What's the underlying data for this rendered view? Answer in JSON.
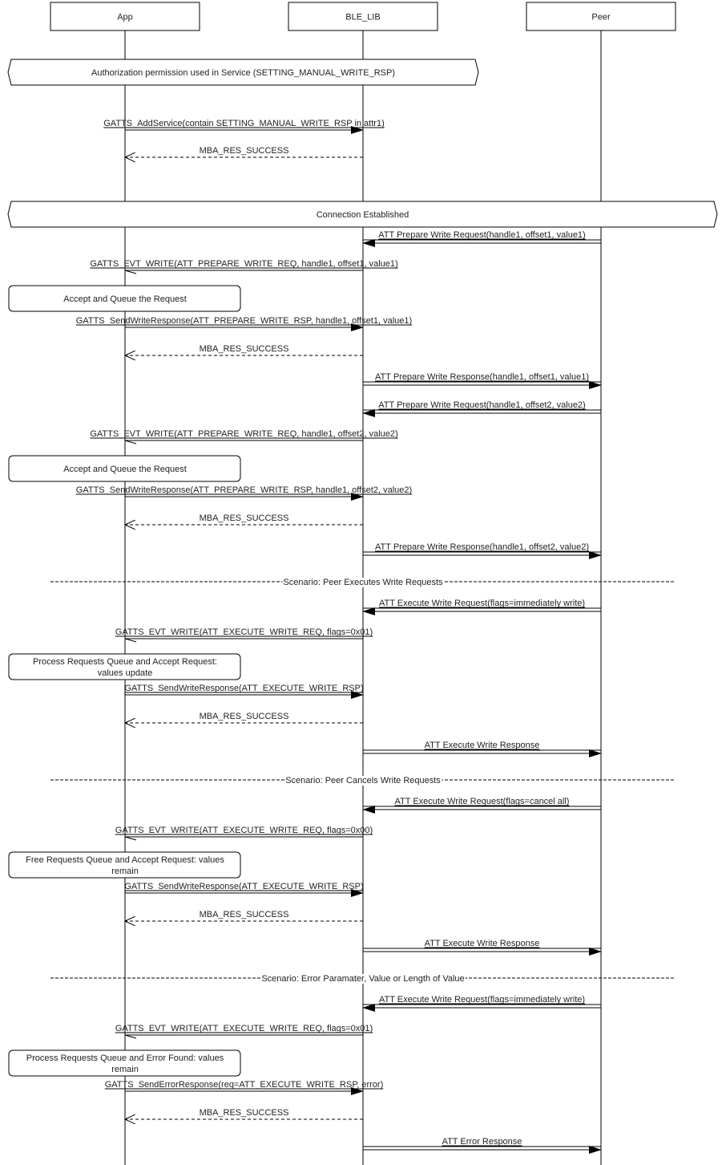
{
  "participants": [
    "App",
    "BLE_LIB",
    "Peer"
  ],
  "events": [
    {
      "kind": "banner",
      "text": "Authorization permission used in Service (SETTING_MANUAL_WRITE_RSP)"
    },
    {
      "kind": "msg",
      "from": "App",
      "to": "BLE_LIB",
      "style": "call",
      "text": "GATTS_AddService(contain SETTING_MANUAL_WRITE_RSP in attr1)"
    },
    {
      "kind": "msg",
      "from": "BLE_LIB",
      "to": "App",
      "style": "return",
      "text": "MBA_RES_SUCCESS"
    },
    {
      "kind": "banner",
      "text": "Connection Established"
    },
    {
      "kind": "msg",
      "from": "Peer",
      "to": "BLE_LIB",
      "style": "air",
      "text": "ATT Prepare Write Request(handle1, offset1, value1)"
    },
    {
      "kind": "msg",
      "from": "BLE_LIB",
      "to": "App",
      "style": "event",
      "text": "GATTS_EVT_WRITE(ATT_PREPARE_WRITE_REQ, handle1, offset1, value1)"
    },
    {
      "kind": "note",
      "text": "Accept and Queue the Request"
    },
    {
      "kind": "msg",
      "from": "App",
      "to": "BLE_LIB",
      "style": "call",
      "text": "GATTS_SendWriteResponse(ATT_PREPARE_WRITE_RSP, handle1, offset1, value1)"
    },
    {
      "kind": "msg",
      "from": "BLE_LIB",
      "to": "App",
      "style": "return",
      "text": "MBA_RES_SUCCESS"
    },
    {
      "kind": "msg",
      "from": "BLE_LIB",
      "to": "Peer",
      "style": "air",
      "text": "ATT Prepare Write Response(handle1, offset1, value1)"
    },
    {
      "kind": "msg",
      "from": "Peer",
      "to": "BLE_LIB",
      "style": "air",
      "text": "ATT Prepare Write Request(handle1, offset2, value2)"
    },
    {
      "kind": "msg",
      "from": "BLE_LIB",
      "to": "App",
      "style": "event",
      "text": "GATTS_EVT_WRITE(ATT_PREPARE_WRITE_REQ, handle1, offset2, value2)"
    },
    {
      "kind": "note",
      "text": "Accept and Queue the Request"
    },
    {
      "kind": "msg",
      "from": "App",
      "to": "BLE_LIB",
      "style": "call",
      "text": "GATTS_SendWriteResponse(ATT_PREPARE_WRITE_RSP, handle1, offset2, value2)"
    },
    {
      "kind": "msg",
      "from": "BLE_LIB",
      "to": "App",
      "style": "return",
      "text": "MBA_RES_SUCCESS"
    },
    {
      "kind": "msg",
      "from": "BLE_LIB",
      "to": "Peer",
      "style": "air",
      "text": "ATT Prepare Write Response(handle1, offset2, value2)"
    },
    {
      "kind": "divider",
      "text": "Scenario: Peer Executes Write Requests"
    },
    {
      "kind": "msg",
      "from": "Peer",
      "to": "BLE_LIB",
      "style": "air",
      "text": "ATT Execute Write Request(flags=immediately write)"
    },
    {
      "kind": "msg",
      "from": "BLE_LIB",
      "to": "App",
      "style": "event",
      "text": "GATTS_EVT_WRITE(ATT_EXECUTE_WRITE_REQ, flags=0x01)"
    },
    {
      "kind": "note",
      "lines": [
        "Process Requests Queue and Accept Request:",
        "values update"
      ]
    },
    {
      "kind": "msg",
      "from": "App",
      "to": "BLE_LIB",
      "style": "call",
      "text": "GATTS_SendWriteResponse(ATT_EXECUTE_WRITE_RSP)"
    },
    {
      "kind": "msg",
      "from": "BLE_LIB",
      "to": "App",
      "style": "return",
      "text": "MBA_RES_SUCCESS"
    },
    {
      "kind": "msg",
      "from": "BLE_LIB",
      "to": "Peer",
      "style": "air",
      "text": "ATT Execute Write Response"
    },
    {
      "kind": "divider",
      "text": "Scenario: Peer Cancels Write Requests"
    },
    {
      "kind": "msg",
      "from": "Peer",
      "to": "BLE_LIB",
      "style": "air",
      "text": "ATT Execute Write Request(flags=cancel all)"
    },
    {
      "kind": "msg",
      "from": "BLE_LIB",
      "to": "App",
      "style": "event",
      "text": "GATTS_EVT_WRITE(ATT_EXECUTE_WRITE_REQ, flags=0x00)"
    },
    {
      "kind": "note",
      "lines": [
        "Free Requests Queue and Accept Request: values",
        "remain"
      ]
    },
    {
      "kind": "msg",
      "from": "App",
      "to": "BLE_LIB",
      "style": "call",
      "text": "GATTS_SendWriteResponse(ATT_EXECUTE_WRITE_RSP)"
    },
    {
      "kind": "msg",
      "from": "BLE_LIB",
      "to": "App",
      "style": "return",
      "text": "MBA_RES_SUCCESS"
    },
    {
      "kind": "msg",
      "from": "BLE_LIB",
      "to": "Peer",
      "style": "air",
      "text": "ATT Execute Write Response"
    },
    {
      "kind": "divider",
      "text": "Scenario: Error Paramater, Value or Length of Value"
    },
    {
      "kind": "msg",
      "from": "Peer",
      "to": "BLE_LIB",
      "style": "air",
      "text": "ATT Execute Write Request(flags=immediately write)"
    },
    {
      "kind": "msg",
      "from": "BLE_LIB",
      "to": "App",
      "style": "event",
      "text": "GATTS_EVT_WRITE(ATT_EXECUTE_WRITE_REQ, flags=0x01)"
    },
    {
      "kind": "note",
      "lines": [
        "Process Requests Queue and Error Found: values",
        "remain"
      ]
    },
    {
      "kind": "msg",
      "from": "App",
      "to": "BLE_LIB",
      "style": "call",
      "text": "GATTS_SendErrorResponse(req=ATT_EXECUTE_WRITE_RSP, error)"
    },
    {
      "kind": "msg",
      "from": "BLE_LIB",
      "to": "App",
      "style": "return",
      "text": "MBA_RES_SUCCESS"
    },
    {
      "kind": "msg",
      "from": "BLE_LIB",
      "to": "Peer",
      "style": "air",
      "text": "ATT Error Response"
    }
  ]
}
